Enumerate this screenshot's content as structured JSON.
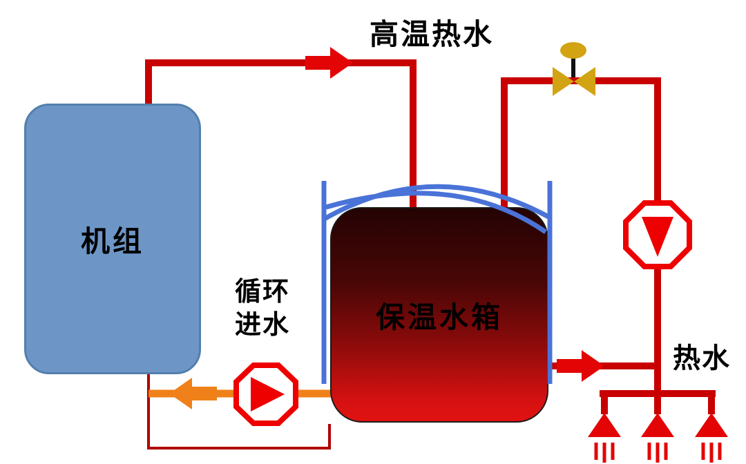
{
  "labels": {
    "high_temp_hot_water": "高温热水",
    "unit": "机组",
    "insulated_tank": "保温水箱",
    "circulation_inlet_line1": "循环",
    "circulation_inlet_line2": "进水",
    "hot_water": "热水"
  },
  "colors": {
    "pipe": "#c80000",
    "arrow": "#e30505",
    "orange_pipe": "#f08019",
    "thin_pipe": "#b00000",
    "unit_fill": "#6d96c6",
    "unit_border": "#527fae",
    "tank_top": "#240303",
    "tank_bottom": "#e01212",
    "cover_blue": "#4a73d8",
    "valve_gold": "#d2a313",
    "stem_black": "#111111",
    "pump_outline": "#ee0000",
    "pump_fill": "#ffffff",
    "background": "#ffffff",
    "label_text": "#000000"
  },
  "icons": {
    "pump": "octagon-with-triangle",
    "valve": "bowtie-valve-with-actuator",
    "shower": "spray-nozzle-triangle"
  }
}
